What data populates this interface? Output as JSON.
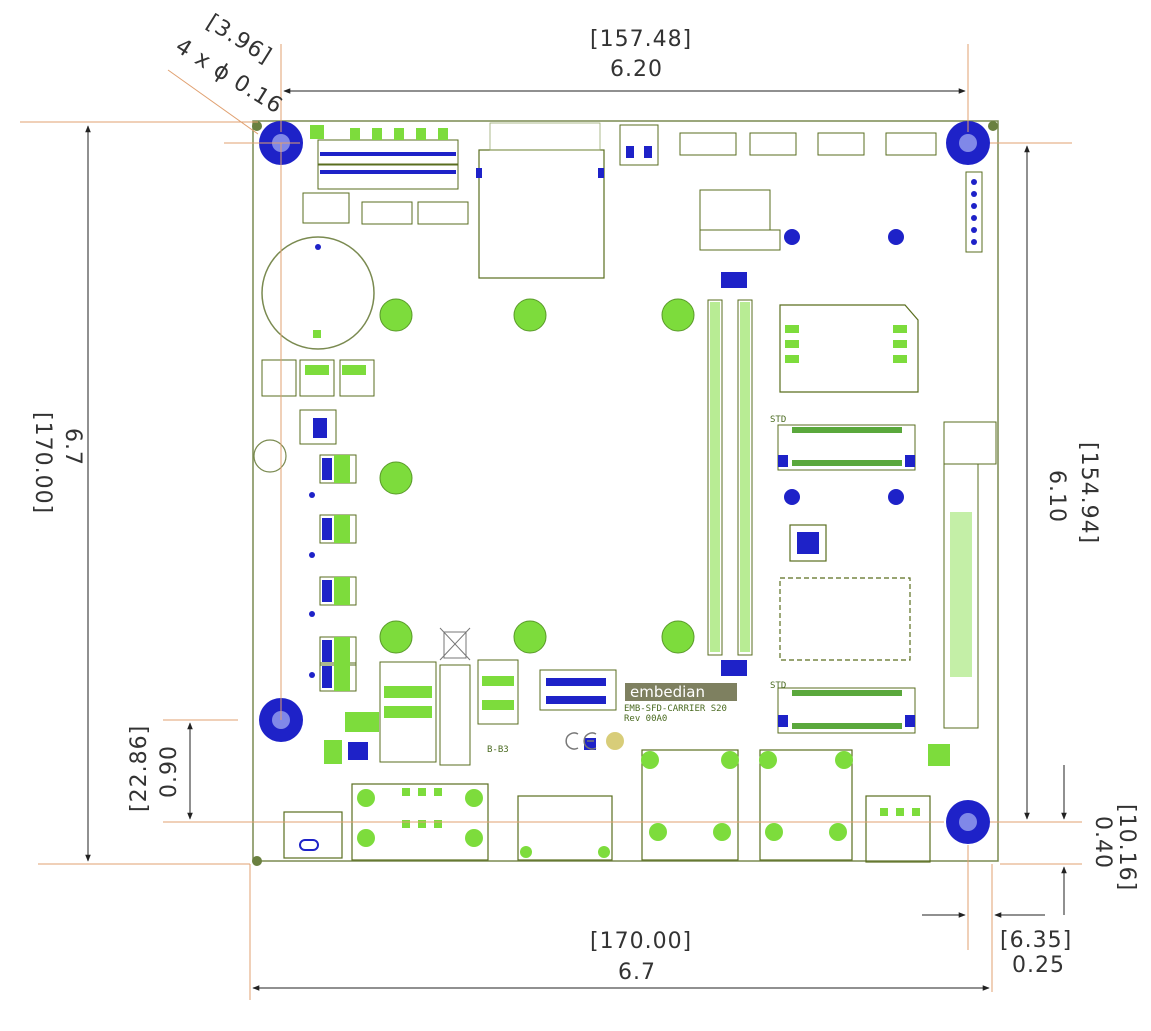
{
  "dimensions": {
    "hole": {
      "mm": "[3.96]",
      "spec": "4 x ϕ 0.16"
    },
    "top_width": {
      "mm": "[157.48]",
      "inch": "6.20"
    },
    "left_height": {
      "mm": "[170.00]",
      "inch": "6.7"
    },
    "right_height": {
      "mm": "[154.94]",
      "inch": "6.10"
    },
    "left_bottom": {
      "mm": "[22.86]",
      "inch": "0.90"
    },
    "right_bottom": {
      "mm": "[10.16]",
      "inch": "0.40"
    },
    "bottom_width": {
      "mm": "[170.00]",
      "inch": "6.7"
    },
    "bottom_right": {
      "mm": "[6.35]",
      "inch": "0.25"
    }
  },
  "board": {
    "logo": "embedian",
    "model": "EMB-SFD-CARRIER S20",
    "revision": "Rev 00A0",
    "std_label_1": "STD",
    "std_label_2": "STD",
    "label_b": "B-B3"
  },
  "colors": {
    "outline": "#5a6e1f",
    "pad_green": "#7ddc3c",
    "mount_blue": "#1e22c8",
    "dim_line": "#e0a070",
    "text": "#333333"
  }
}
